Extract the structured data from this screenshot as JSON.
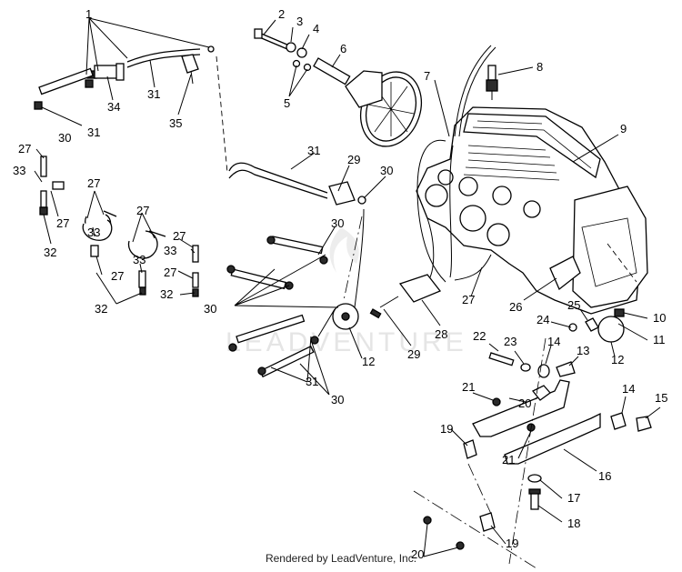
{
  "callouts": {
    "c1": "1",
    "c2": "2",
    "c3": "3",
    "c4": "4",
    "c5": "5",
    "c6": "6",
    "c7": "7",
    "c8": "8",
    "c9": "9",
    "c10": "10",
    "c11": "11",
    "c12a": "12",
    "c12b": "12",
    "c13": "13",
    "c14a": "14",
    "c14b": "14",
    "c15": "15",
    "c16": "16",
    "c17": "17",
    "c18": "18",
    "c19a": "19",
    "c19b": "19",
    "c20a": "20",
    "c20b": "20",
    "c21a": "21",
    "c21b": "21",
    "c22": "22",
    "c23": "23",
    "c24": "24",
    "c25": "25",
    "c26": "26",
    "c27a": "27",
    "c27b": "27",
    "c27c": "27",
    "c27d": "27",
    "c27e": "27",
    "c27f": "27",
    "c27g": "27",
    "c27h": "27",
    "c28": "28",
    "c29a": "29",
    "c29b": "29",
    "c30a": "30",
    "c30b": "30",
    "c30c": "30",
    "c30d": "30",
    "c30e": "30",
    "c31a": "31",
    "c31b": "31",
    "c31c": "31",
    "c31d": "31",
    "c32a": "32",
    "c32b": "32",
    "c32c": "32",
    "c33a": "33",
    "c33b": "33",
    "c33c": "33",
    "c33d": "33",
    "c34": "34",
    "c35": "35"
  },
  "watermark": "LEADVENTURE",
  "footer": {
    "credit": "Rendered by LeadVenture, Inc."
  }
}
